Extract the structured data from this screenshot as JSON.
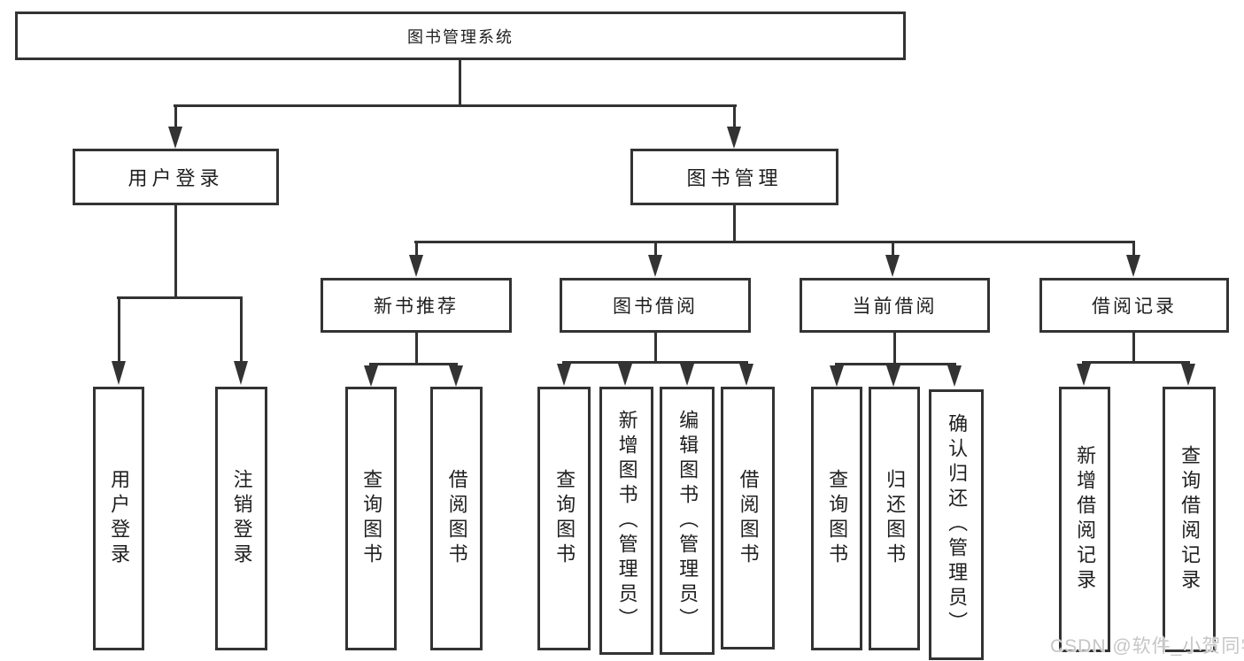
{
  "diagram": {
    "type": "hierarchy-tree",
    "root": {
      "label": "图书管理系统",
      "children": [
        {
          "label": "用户登录",
          "children": [
            {
              "label": "用户登录"
            },
            {
              "label": "注销登录"
            }
          ]
        },
        {
          "label": "图书管理",
          "children": [
            {
              "label": "新书推荐",
              "children": [
                {
                  "label": "查询图书"
                },
                {
                  "label": "借阅图书"
                }
              ]
            },
            {
              "label": "图书借阅",
              "children": [
                {
                  "label": "查询图书"
                },
                {
                  "label": "新增图书（管理员）"
                },
                {
                  "label": "编辑图书（管理员）"
                },
                {
                  "label": "借阅图书"
                }
              ]
            },
            {
              "label": "当前借阅",
              "children": [
                {
                  "label": "查询图书"
                },
                {
                  "label": "归还图书"
                },
                {
                  "label": "确认归还（管理员）"
                }
              ]
            },
            {
              "label": "借阅记录",
              "children": [
                {
                  "label": "新增借阅记录"
                },
                {
                  "label": "查询借阅记录"
                }
              ]
            }
          ]
        }
      ]
    }
  },
  "watermark": {
    "text": "CSDN @软件_小贺同学"
  },
  "colors": {
    "line": "#333333",
    "text": "#1f1f1f",
    "background": "#ffffff",
    "watermark": "#c6c6c6"
  }
}
